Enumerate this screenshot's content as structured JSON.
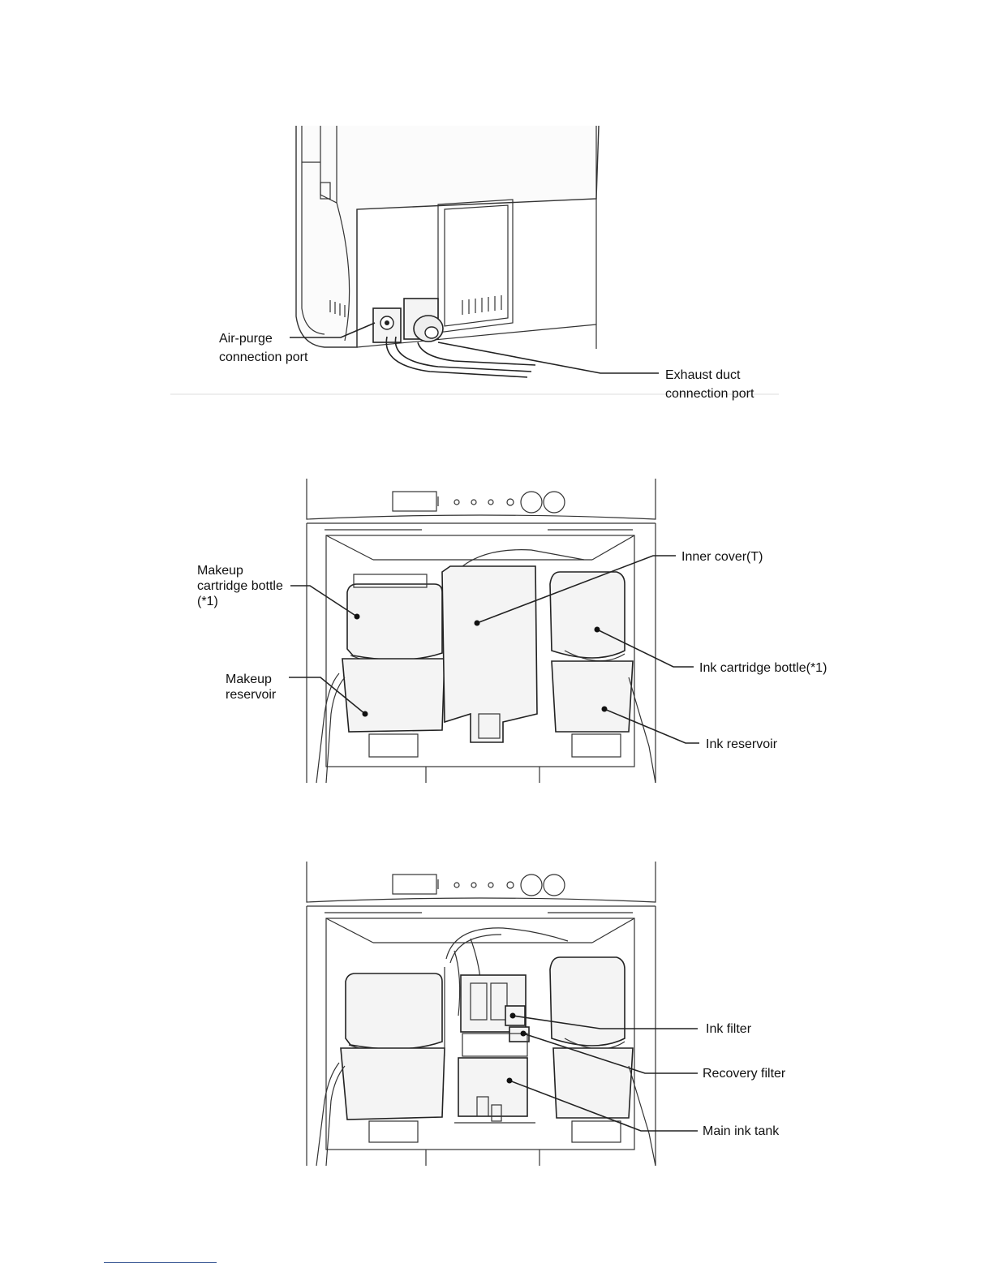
{
  "figure1": {
    "labels": {
      "air_purge_line1": "Air-purge",
      "air_purge_line2": "connection port",
      "exhaust_line1": "Exhaust duct",
      "exhaust_line2": "connection port"
    }
  },
  "figure2": {
    "labels": {
      "makeup_bottle_line1": "Makeup",
      "makeup_bottle_line2": "cartridge bottle",
      "makeup_bottle_line3": "(*1)",
      "makeup_reservoir_line1": "Makeup",
      "makeup_reservoir_line2": "reservoir",
      "inner_cover": "Inner cover(T)",
      "ink_cartridge": "Ink cartridge bottle(*1)",
      "ink_reservoir": "Ink reservoir"
    }
  },
  "figure3": {
    "labels": {
      "ink_filter": "Ink filter",
      "recovery_filter": "Recovery filter",
      "main_ink_tank": "Main ink tank"
    }
  }
}
